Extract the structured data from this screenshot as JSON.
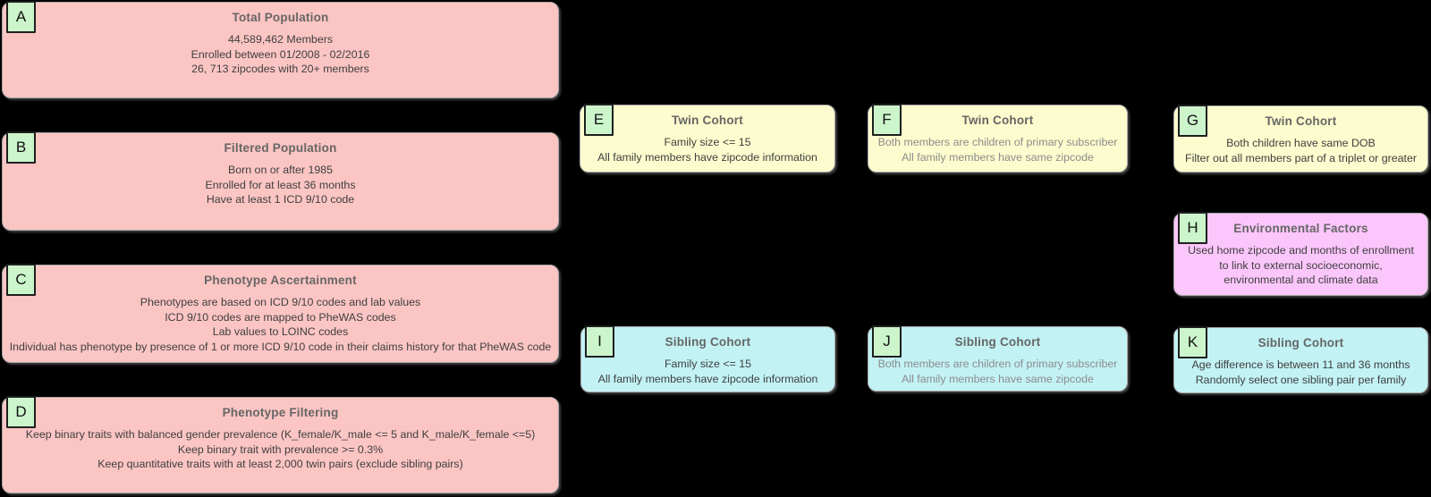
{
  "palette": {
    "background": "#000000",
    "node_border": "#A8A8A8",
    "label_badge_fill": "#CCF5CC",
    "label_badge_border": "#1F1F1F",
    "pink": "#FBC5C3",
    "yellow": "#FCFCCE",
    "cyan": "#C2F2F4",
    "magenta": "#FBC6FB",
    "title_text": "#666666",
    "body_text": "#3F3F3F",
    "body_text_muted": "#8C8C8C"
  },
  "diagram": {
    "boxes": {
      "A": {
        "label": "A",
        "title": "Total Population",
        "color": "pink",
        "muted_body": false,
        "lines": [
          "44,589,462 Members",
          "Enrolled between 01/2008 - 02/2016",
          "26, 713 zipcodes with 20+ members"
        ]
      },
      "B": {
        "label": "B",
        "title": "Filtered Population",
        "color": "pink",
        "muted_body": false,
        "lines": [
          "Born on or after 1985",
          "Enrolled for at least 36 months",
          "Have at least 1 ICD 9/10 code"
        ]
      },
      "C": {
        "label": "C",
        "title": "Phenotype Ascertainment",
        "color": "pink",
        "muted_body": false,
        "lines": [
          "Phenotypes are based on ICD 9/10 codes and lab values",
          "ICD 9/10 codes are mapped to PheWAS codes",
          "Lab values to LOINC codes",
          "Individual has phenotype by presence of 1 or more ICD 9/10 code in their claims history for that PheWAS code"
        ]
      },
      "D": {
        "label": "D",
        "title": "Phenotype Filtering",
        "color": "pink",
        "muted_body": false,
        "lines": [
          "Keep binary traits with balanced gender prevalence (K_female/K_male <= 5 and K_male/K_female <=5)",
          "Keep binary trait with prevalence >= 0.3%",
          "Keep quantitative traits with at least 2,000 twin pairs (exclude sibling pairs)"
        ]
      },
      "E": {
        "label": "E",
        "title": "Twin Cohort",
        "color": "yellow",
        "muted_body": false,
        "lines": [
          "Family size <= 15",
          "All family members have zipcode information"
        ]
      },
      "F": {
        "label": "F",
        "title": "Twin Cohort",
        "color": "yellow",
        "muted_body": true,
        "lines": [
          "Both members are children of primary subscriber",
          "All family members have same zipcode"
        ]
      },
      "G": {
        "label": "G",
        "title": "Twin Cohort",
        "color": "yellow",
        "muted_body": false,
        "lines": [
          "Both children have same DOB",
          "Filter out all members part of a triplet or greater"
        ]
      },
      "H": {
        "label": "H",
        "title": "Environmental Factors",
        "color": "magenta",
        "muted_body": false,
        "lines": [
          "Used home zipcode and months of enrollment to link to external socioeconomic, environmental and climate data"
        ]
      },
      "I": {
        "label": "I",
        "title": "Sibling Cohort",
        "color": "cyan",
        "muted_body": false,
        "lines": [
          "Family size <= 15",
          "All family members have zipcode information"
        ]
      },
      "J": {
        "label": "J",
        "title": "Sibling Cohort",
        "color": "cyan",
        "muted_body": true,
        "lines": [
          "Both members are children of primary subscriber",
          "All family members have same zipcode"
        ]
      },
      "K": {
        "label": "K",
        "title": "Sibling Cohort",
        "color": "cyan",
        "muted_body": false,
        "lines": [
          "Age difference is between 11 and 36 months",
          "Randomly select one sibling pair per family"
        ]
      }
    }
  }
}
